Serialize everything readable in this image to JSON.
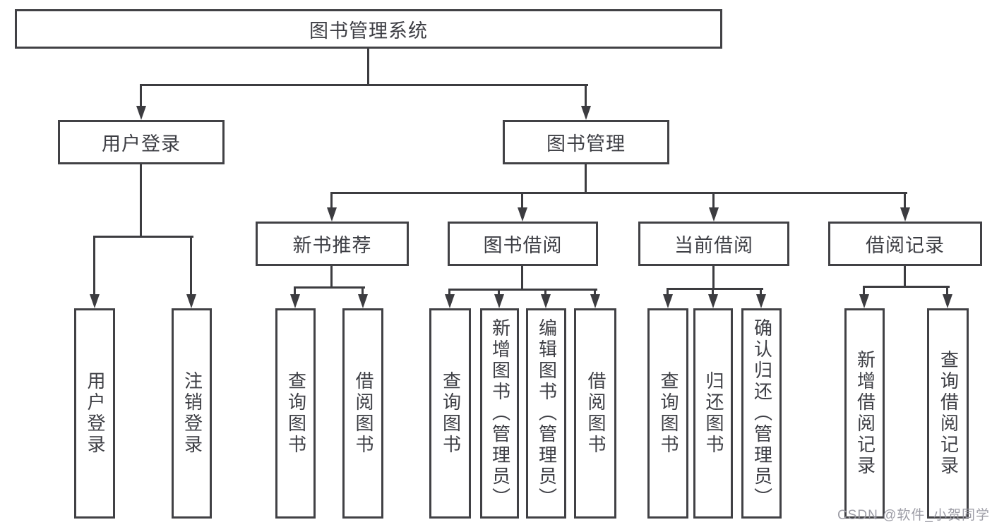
{
  "diagram": {
    "watermark": "CSDN @软件_小贺同学",
    "colors": {
      "background": "#ffffff",
      "line": "#3c3c40",
      "text": "#3d3e44",
      "watermark": "#9898a1"
    },
    "tree": {
      "label": "图书管理系统",
      "children": [
        {
          "label": "用户登录",
          "children": [
            {
              "label": "用户登录"
            },
            {
              "label": "注销登录"
            }
          ]
        },
        {
          "label": "图书管理",
          "children": [
            {
              "label": "新书推荐",
              "children": [
                {
                  "label": "查询图书"
                },
                {
                  "label": "借阅图书"
                }
              ]
            },
            {
              "label": "图书借阅",
              "children": [
                {
                  "label": "查询图书"
                },
                {
                  "label": "新增图书（管理员）"
                },
                {
                  "label": "编辑图书（管理员）"
                },
                {
                  "label": "借阅图书"
                }
              ]
            },
            {
              "label": "当前借阅",
              "children": [
                {
                  "label": "查询图书"
                },
                {
                  "label": "归还图书"
                },
                {
                  "label": "确认归还（管理员）"
                }
              ]
            },
            {
              "label": "借阅记录",
              "children": [
                {
                  "label": "新增借阅记录"
                },
                {
                  "label": "查询借阅记录"
                }
              ]
            }
          ]
        }
      ]
    }
  }
}
